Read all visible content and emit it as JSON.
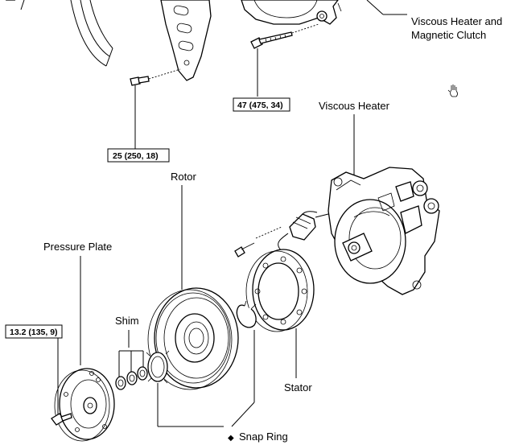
{
  "labels": {
    "viscous_heater_clutch_line1": "Viscous Heater and",
    "viscous_heater_clutch_line2": "Magnetic Clutch",
    "viscous_heater": "Viscous Heater",
    "rotor": "Rotor",
    "pressure_plate": "Pressure Plate",
    "shim": "Shim",
    "stator": "Stator",
    "snap_ring": "Snap Ring",
    "snap_ring_marker": "◆"
  },
  "torque_specs": {
    "bolt_upper": "47 (475, 34)",
    "bolt_left": "25 (250, 18)",
    "bolt_plate": "13.2 (135, 9)"
  },
  "icons": [
    "hand-cursor-icon"
  ]
}
